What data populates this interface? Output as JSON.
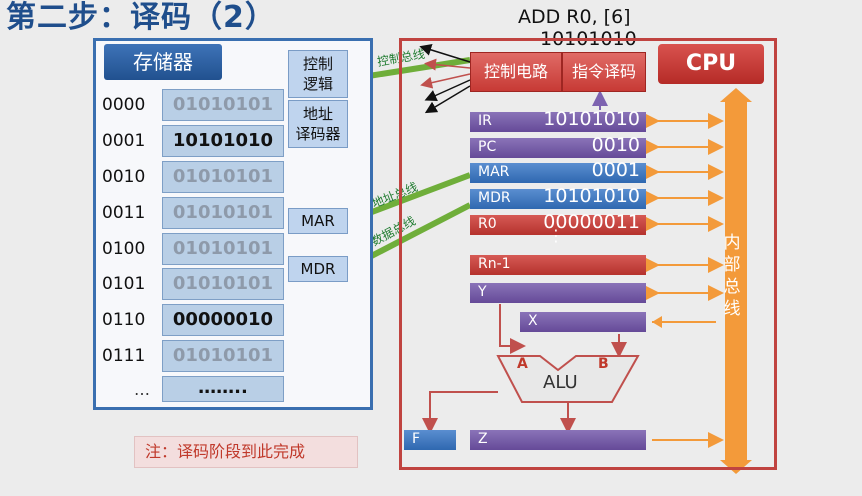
{
  "title": "第二步：译码（2）",
  "instruction": {
    "text": "ADD R0, [6]",
    "bits": "10101010"
  },
  "memory": {
    "label": "存储器",
    "rows": [
      {
        "addr": "0000",
        "value": "01010101",
        "highlight": false
      },
      {
        "addr": "0001",
        "value": "10101010",
        "highlight": true
      },
      {
        "addr": "0010",
        "value": "01010101",
        "highlight": false
      },
      {
        "addr": "0011",
        "value": "01010101",
        "highlight": false
      },
      {
        "addr": "0100",
        "value": "01010101",
        "highlight": false
      },
      {
        "addr": "0101",
        "value": "01010101",
        "highlight": false
      },
      {
        "addr": "0110",
        "value": "00000010",
        "highlight": true
      },
      {
        "addr": "0111",
        "value": "01010101",
        "highlight": false
      }
    ],
    "ellipsis_addr": "…",
    "ellipsis_value": "……..",
    "control_logic": "控制\n逻辑",
    "address_decoder": "地址\n译码器",
    "mar": "MAR",
    "mdr": "MDR"
  },
  "buses": {
    "control": "控制总线",
    "address": "地址总线",
    "data": "数据总线"
  },
  "cpu": {
    "label": "CPU",
    "control_circuit": "控制电路",
    "instruction_decode": "指令译码",
    "registers": [
      {
        "name": "IR",
        "value": "10101010",
        "color": "purple"
      },
      {
        "name": "PC",
        "value": "0010",
        "color": "purple"
      },
      {
        "name": "MAR",
        "value": "0001",
        "color": "blue"
      },
      {
        "name": "MDR",
        "value": "10101010",
        "color": "blue"
      },
      {
        "name": "R0",
        "value": "00000011",
        "color": "red"
      }
    ],
    "dots": "⋮",
    "rn1": "Rn-1",
    "y": "Y",
    "x": "X",
    "alu": "ALU",
    "alu_a": "A",
    "alu_b": "B",
    "f": "F",
    "z": "Z",
    "internal_bus": "内部总线"
  },
  "note": "注：译码阶段到此完成",
  "colors": {
    "memory_border": "#3a6fb0",
    "cpu_border": "#c04340",
    "bus_orange": "#f39a3a",
    "bus_green": "#6fae3a"
  }
}
